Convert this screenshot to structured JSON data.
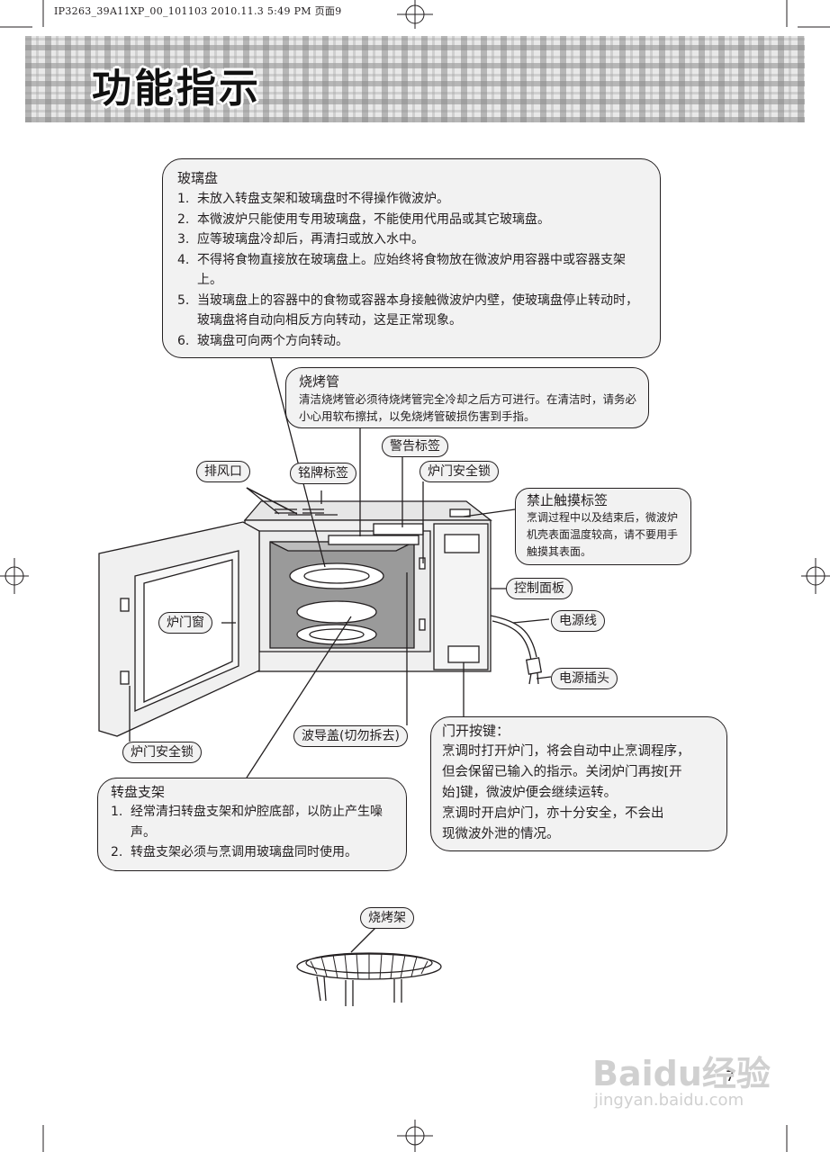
{
  "header": {
    "file_info": "IP3263_39A11XP_00_101103  2010.11.3  5:49 PM  页面9"
  },
  "page_title": "功能指示",
  "glass_tray": {
    "title": "玻璃盘",
    "items": [
      {
        "num": "1.",
        "text": "未放入转盘支架和玻璃盘时不得操作微波炉。"
      },
      {
        "num": "2.",
        "text": "本微波炉只能使用专用玻璃盘，不能使用代用品或其它玻璃盘。"
      },
      {
        "num": "3.",
        "text": "应等玻璃盘冷却后，再清扫或放入水中。"
      },
      {
        "num": "4.",
        "text": "不得将食物直接放在玻璃盘上。应始终将食物放在微波炉用容器中或容器支架上。"
      },
      {
        "num": "5.",
        "text": "当玻璃盘上的容器中的食物或容器本身接触微波炉内壁，使玻璃盘停止转动时，玻璃盘将自动向相反方向转动，这是正常现象。"
      },
      {
        "num": "6.",
        "text": "玻璃盘可向两个方向转动。"
      }
    ]
  },
  "grill_tube": {
    "title": "烧烤管",
    "text": "清洁烧烤管必须待烧烤管完全冷却之后方可进行。在清洁时，请务必小心用软布擦拭，以免烧烤管破损伤害到手指。"
  },
  "labels": {
    "warning_label": "警告标签",
    "vent": "排风口",
    "nameplate": "铭牌标签",
    "door_lock_top": "炉门安全锁",
    "no_touch_title": "禁止触摸标签",
    "no_touch_text": "烹调过程中以及结束后，微波炉机壳表面温度较高，请不要用手触摸其表面。",
    "control_panel": "控制面板",
    "power_cord": "电源线",
    "door_window": "炉门窗",
    "power_plug": "电源插头",
    "waveguide_cover": "波导盖(切勿拆去)",
    "door_lock_bottom": "炉门安全锁",
    "grill_rack": "烧烤架"
  },
  "door_button": {
    "title": "门开按键：",
    "lines": [
      "烹调时打开炉门，将会自动中止烹调程序，",
      "但会保留已输入的指示。关闭炉门再按[开",
      "始]键，微波炉便会继续运转。",
      "烹调时开启炉门，亦十分安全，不会出",
      "现微波外泄的情况。"
    ]
  },
  "turntable_support": {
    "title": "转盘支架",
    "items": [
      {
        "num": "1.",
        "text": "经常清扫转盘支架和炉腔底部，以防止产生噪声。"
      },
      {
        "num": "2.",
        "text": "转盘支架必须与烹调用玻璃盘同时使用。"
      }
    ]
  },
  "page_number": "7",
  "watermark": {
    "brand": "Baidu经验",
    "url": "jingyan.baidu.com"
  }
}
